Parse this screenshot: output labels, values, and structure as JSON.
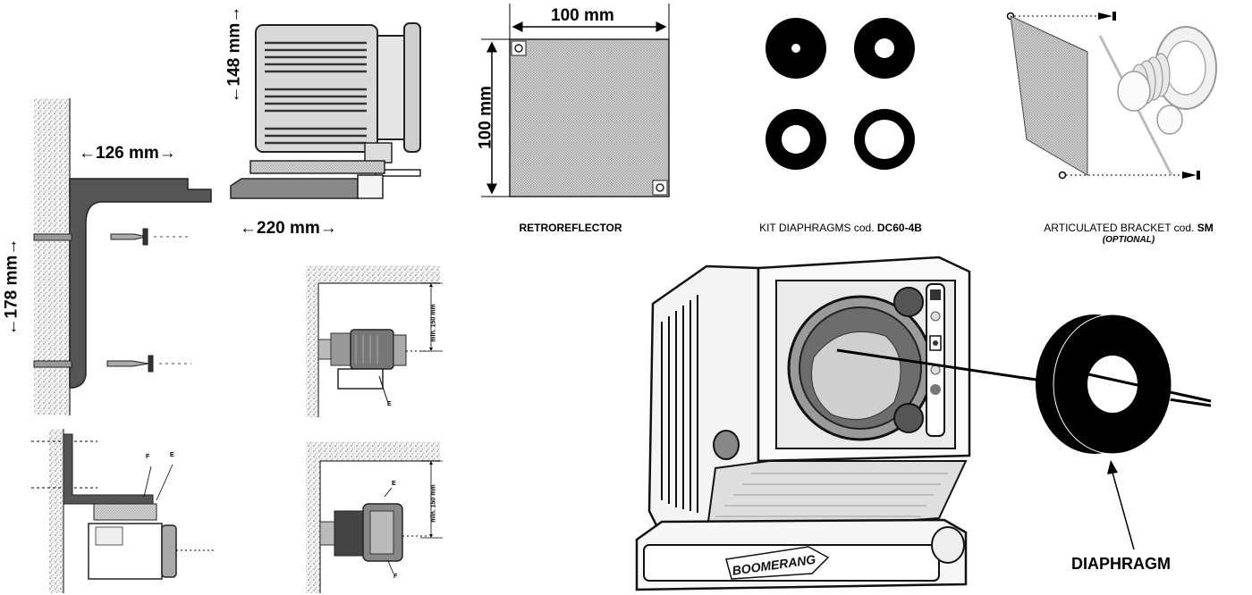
{
  "dimensions": {
    "bracket_width": "←126 mm→",
    "bracket_height": "←178 mm→",
    "device_height": "←148 mm→",
    "device_width": "←220 mm→",
    "reflector_width": "100 mm",
    "reflector_height": "100 mm"
  },
  "captions": {
    "retroreflector": "RETROREFLECTOR",
    "kit_prefix": "KIT DIAPHRAGMS cod. ",
    "kit_code": "DC60-4B",
    "bracket_prefix": "ARTICULATED BRACKET cod. ",
    "bracket_code": "SM",
    "bracket_note": "(OPTIONAL)",
    "diaphragm": "DIAPHRAGM"
  },
  "install_labels": {
    "min_150_top": "min. 150 mm",
    "min_150_bottom": "min. 150 mm",
    "letter_e1": "E",
    "letter_f": "F",
    "letter_e2": "E",
    "letter_e3": "E",
    "letter_f2": "F"
  },
  "brand": {
    "logo_text": "BOOMERANG"
  }
}
